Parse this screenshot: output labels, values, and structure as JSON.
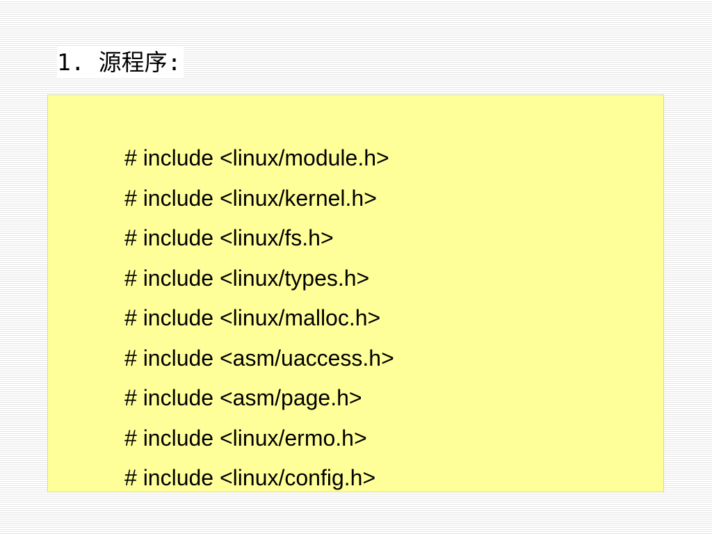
{
  "slide": {
    "title": "1. 源程序:",
    "code_lines": [
      "# include <linux/module.h>",
      "# include <linux/kernel.h>",
      "# include <linux/fs.h>",
      "# include <linux/types.h>",
      "# include <linux/malloc.h>",
      "# include <asm/uaccess.h>",
      "# include <asm/page.h>",
      "# include <linux/ermo.h>",
      "# include <linux/config.h>"
    ]
  },
  "colors": {
    "code_background": "#ffff99",
    "page_stripe": "#e4e4e4"
  }
}
